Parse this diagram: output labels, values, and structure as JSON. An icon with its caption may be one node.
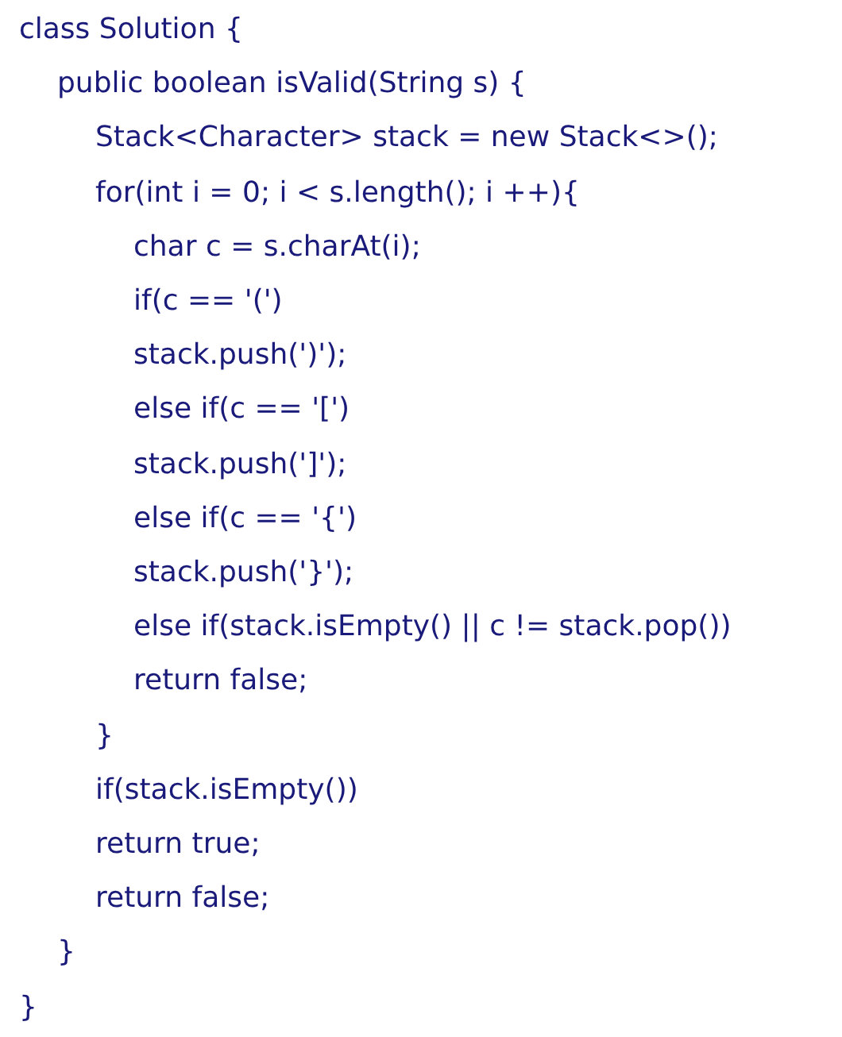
{
  "diagram": {
    "labels": [
      "class Solution {",
      "public boolean isValid(String s) {",
      "Stack<Character> stack = new Stack<>();",
      "for(int i = 0; i < s.length(); i ++){",
      "char c = s.charAt(i);",
      "if(c == '(')",
      "stack.push(')');",
      "else if(c == '[')",
      "stack.push(']');",
      "else if(c == '{')",
      "stack.push('}');",
      "else if(stack.isEmpty() || c != stack.pop())",
      "return false;",
      "}",
      "if(stack.isEmpty())",
      "return true;",
      "return false;",
      "}",
      "}"
    ]
  }
}
